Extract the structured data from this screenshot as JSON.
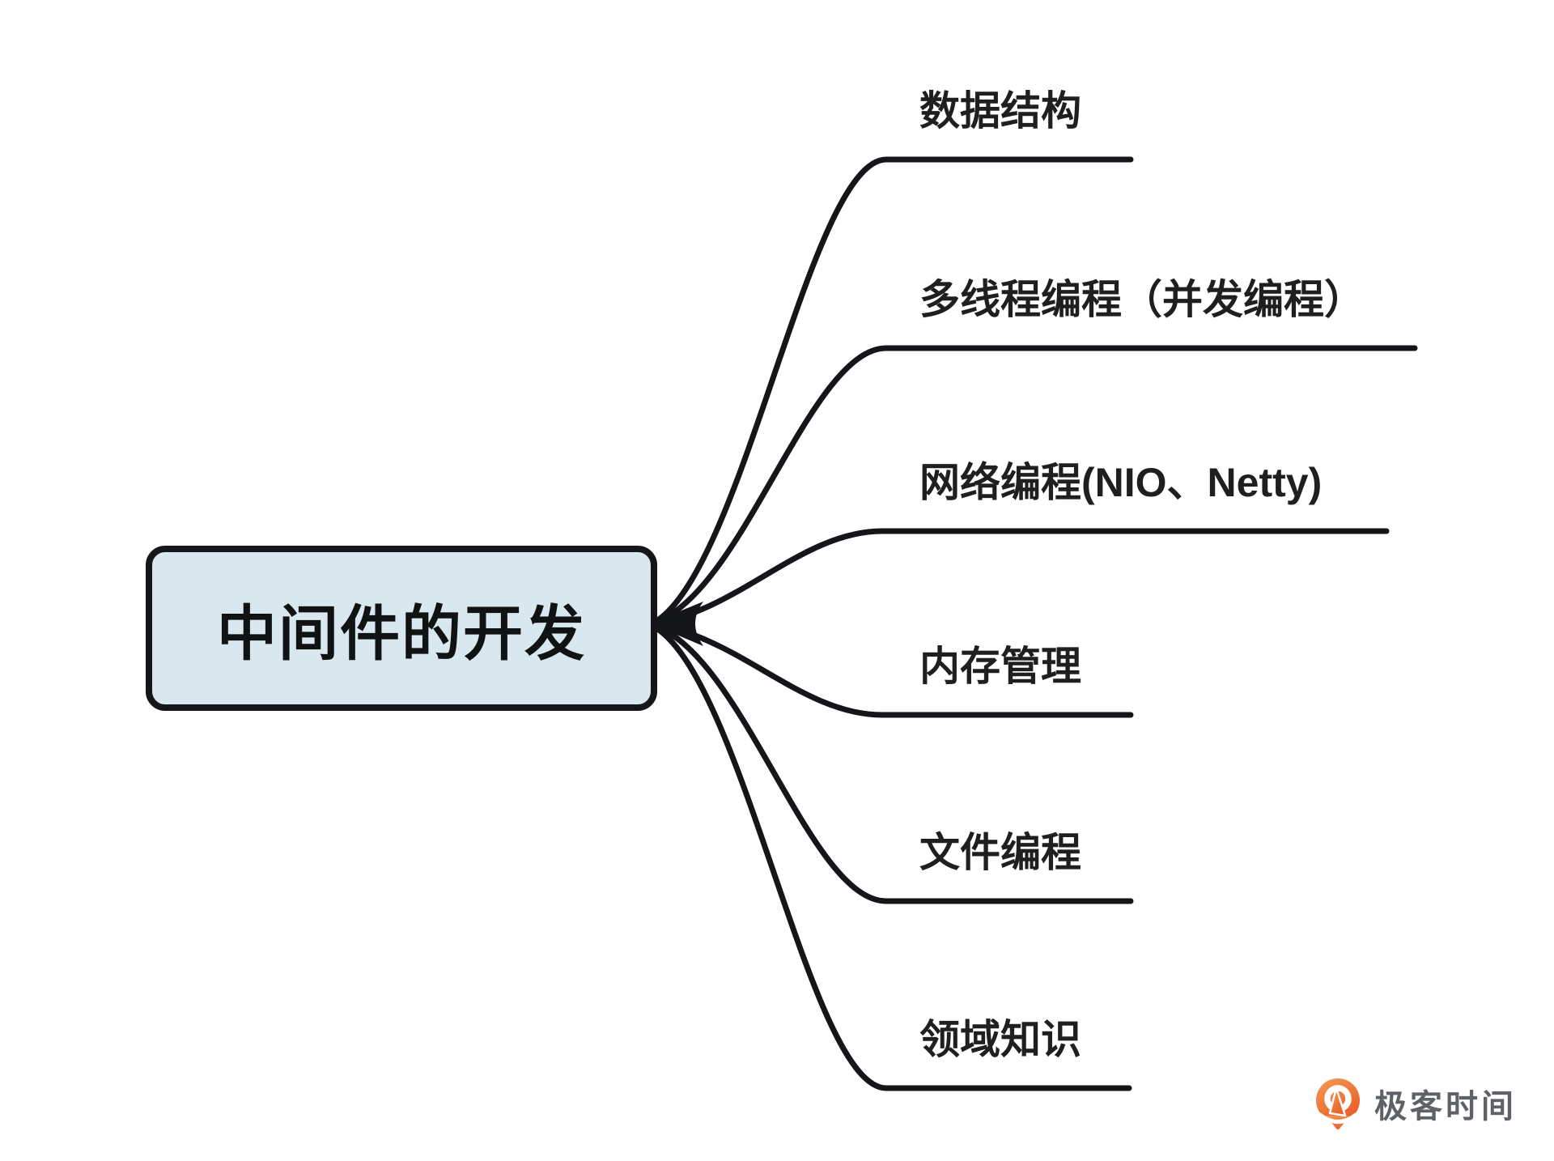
{
  "root": {
    "label": "中间件的开发"
  },
  "branches": [
    {
      "label": "数据结构"
    },
    {
      "label": "多线程编程（并发编程）"
    },
    {
      "label": "网络编程(NIO、Netty)"
    },
    {
      "label": "内存管理"
    },
    {
      "label": "文件编程"
    },
    {
      "label": "领域知识"
    }
  ],
  "logo": {
    "text": "极客时间",
    "icon": "geektime-pin-icon"
  },
  "colors": {
    "node_fill": "#d9e7ee",
    "line": "#141619",
    "text": "#1d1f21",
    "logo_orange": "#ee6c2b",
    "logo_orange_light": "#f59a56",
    "logo_gray": "#5e6166",
    "bg": "#ffffff"
  }
}
